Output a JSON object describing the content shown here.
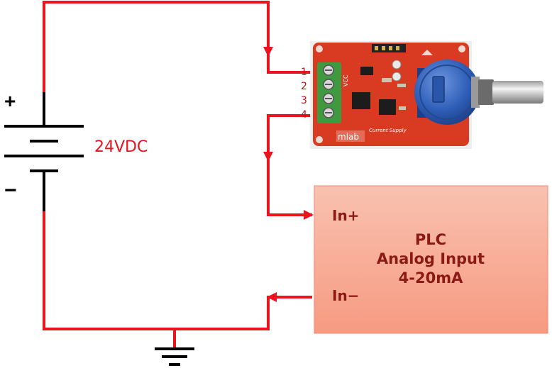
{
  "colors": {
    "wire": "#e8141e",
    "battery": "#000000",
    "module_board": "#d93a22",
    "terminal": "#3f9a3f",
    "pot_body": "#2f5fb8",
    "plc_fill_top": "#f8c2b0",
    "plc_fill_bottom": "#f79a82",
    "plc_text": "#8b1a14",
    "pin_label": "#c0141c"
  },
  "battery": {
    "plus": "+",
    "minus": "−",
    "voltage": "24VDC"
  },
  "module": {
    "pins": [
      "1",
      "2",
      "3",
      "4"
    ],
    "brand": "mlab",
    "product": "Current Supply",
    "terminal_label": "VCC"
  },
  "plc": {
    "title": "PLC",
    "subtitle": "Analog Input",
    "range": "4-20mA",
    "in_plus": "In+",
    "in_minus": "In−"
  },
  "icons": [
    "ground-icon",
    "arrow-down-icon",
    "arrow-right-icon",
    "arrow-left-icon",
    "battery-icon",
    "potentiometer-icon"
  ]
}
